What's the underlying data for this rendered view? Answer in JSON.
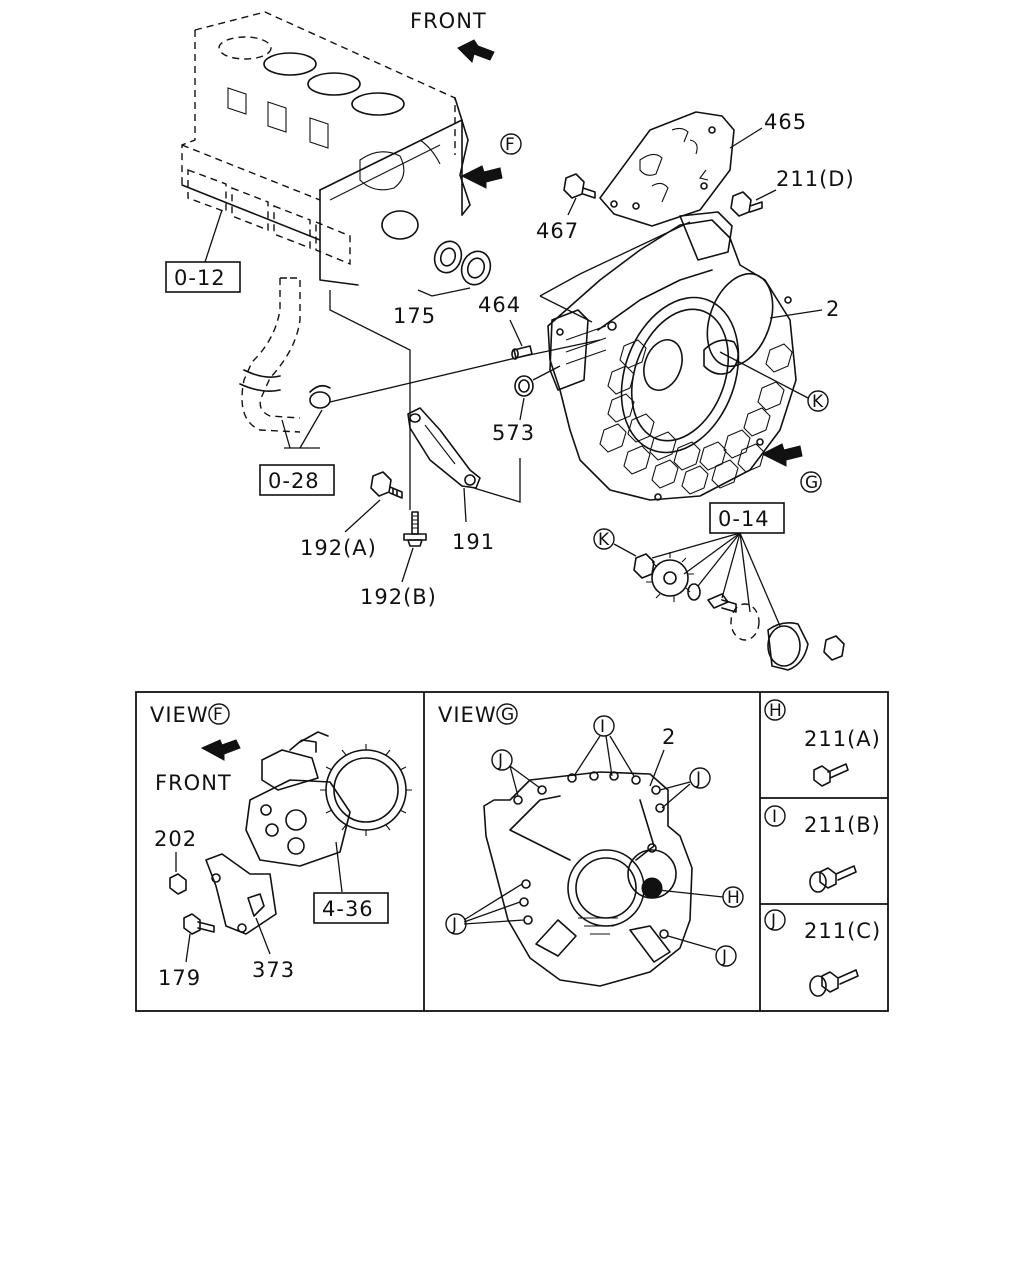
{
  "texts": {
    "front_top": "FRONT",
    "f_letter": "F",
    "g_letter": "G",
    "k_letter": "K",
    "ref_012": "0-12",
    "ref_028": "0-28",
    "ref_014": "0-14",
    "ref_436": "4-36",
    "p175": "175",
    "p464": "464",
    "p465": "465",
    "p467": "467",
    "p211d": "211(D)",
    "p2": "2",
    "p573": "573",
    "p191": "191",
    "p192a": "192(A)",
    "p192b": "192(B)"
  },
  "panels": {
    "view_f": {
      "view_label": "VIEW",
      "view_letter": "F",
      "front": "FRONT",
      "p202": "202",
      "p179": "179",
      "p373": "373",
      "ref": "4-36"
    },
    "view_g": {
      "view_label": "VIEW",
      "view_letter": "G",
      "p2": "2",
      "i_letter": "I",
      "j_letter": "J",
      "h_letter": "H"
    },
    "legend": [
      {
        "letter": "H",
        "part": "211(A)"
      },
      {
        "letter": "I",
        "part": "211(B)"
      },
      {
        "letter": "J",
        "part": "211(C)"
      }
    ]
  }
}
